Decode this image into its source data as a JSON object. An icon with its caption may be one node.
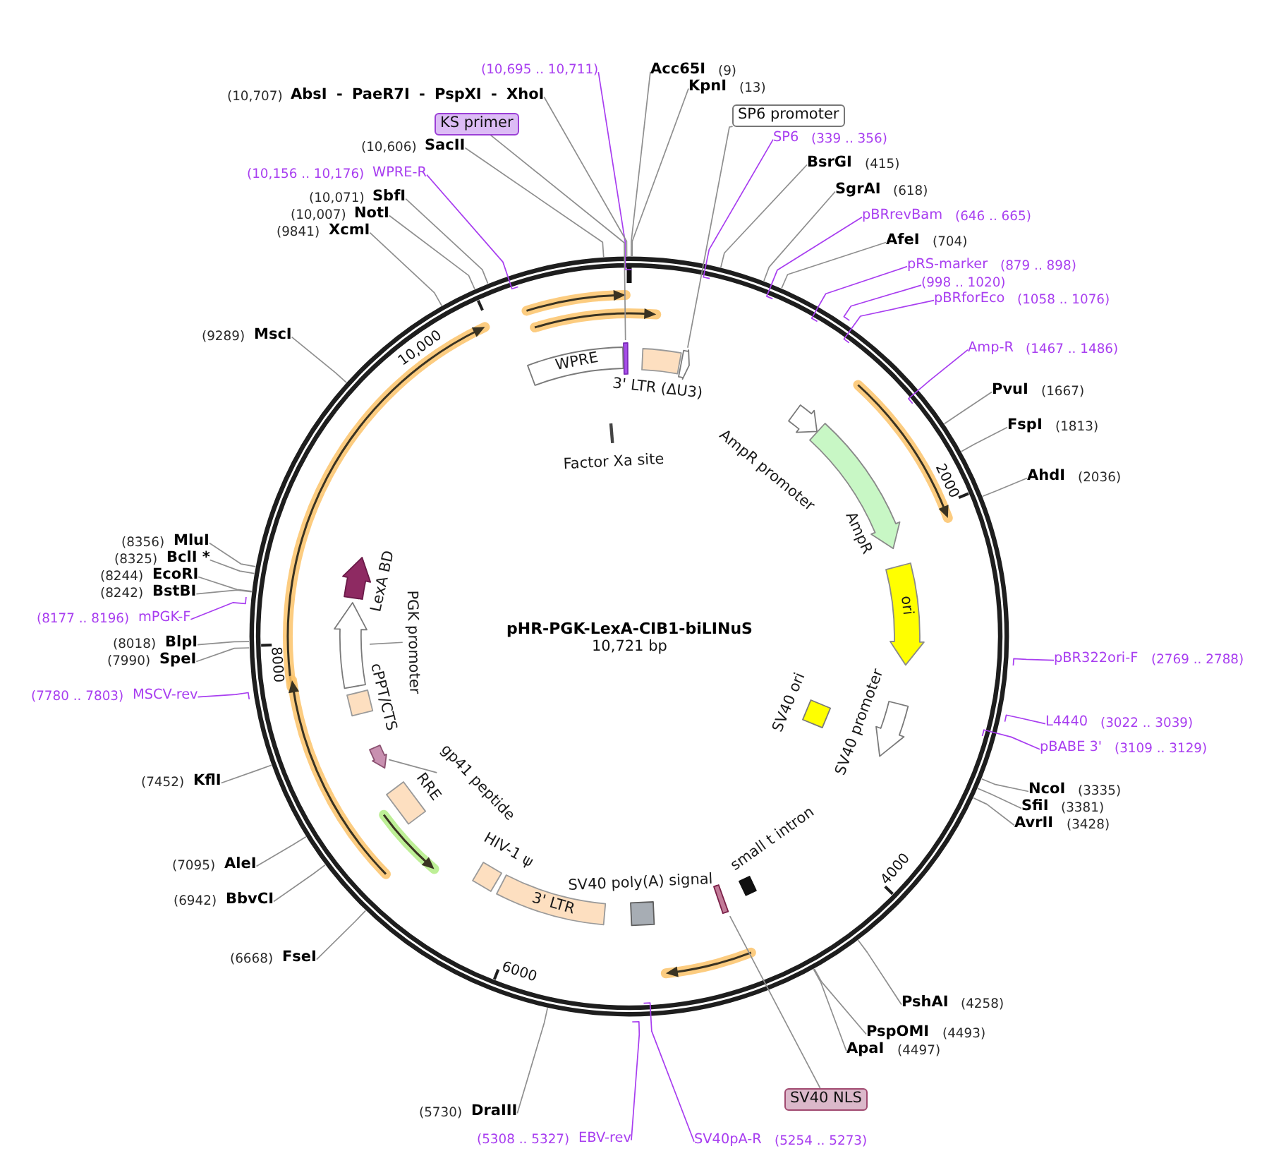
{
  "diagram": {
    "title": "pHR-PGK-LexA-CIB1-biLINuS",
    "nodes": [
      {
        "text": [
          "(10,695 .. 10,711)"
        ]
      },
      {
        "text": [
          "Acc65I"
        ],
        "beside": [
          "(9)"
        ]
      },
      {
        "text": [
          "KpnI"
        ],
        "beside": [
          "(13)"
        ]
      },
      {
        "text": [
          "AbsI - PaeR7I - PspXI - XhoI"
        ],
        "beside": [
          "(10,707)"
        ]
      },
      {
        "text": [
          "SP6 promoter"
        ]
      },
      {
        "text": [
          "KS primer"
        ]
      },
      {
        "text": [
          "SP6"
        ],
        "beside": [
          "(339 .. 356)"
        ]
      },
      {
        "text": [
          "SacII"
        ],
        "beside": [
          "(10,606)"
        ]
      },
      {
        "text": [
          "BsrGI"
        ],
        "beside": [
          "(415)"
        ]
      },
      {
        "text": [
          "WPRE-R"
        ],
        "beside": [
          "(10,156 .. 10,176)"
        ]
      },
      {
        "text": [
          "SgrAI"
        ],
        "beside": [
          "(618)"
        ]
      },
      {
        "text": [
          "SbfI"
        ],
        "beside": [
          "(10,071)"
        ]
      },
      {
        "text": [
          "NotI"
        ],
        "beside": [
          "(10,007)"
        ]
      },
      {
        "text": [
          "pBRrevBam"
        ],
        "beside": [
          "(646 .. 665)"
        ]
      },
      {
        "text": [
          "XcmI"
        ],
        "beside": [
          "(9841)"
        ]
      },
      {
        "text": [
          "AfeI"
        ],
        "beside": [
          "(704)"
        ]
      },
      {
        "text": [
          "pRS-marker"
        ],
        "beside": [
          "(879 .. 898)"
        ]
      },
      {
        "text": [
          "(998 .. 1020)"
        ]
      },
      {
        "text": [
          "pBRforEco"
        ],
        "beside": [
          "(1058 .. 1076)"
        ]
      },
      {
        "text": [
          "MscI"
        ],
        "beside": [
          "(9289)"
        ]
      },
      {
        "text": [
          "Amp-R"
        ],
        "beside": [
          "(1467 .. 1486)"
        ]
      },
      {
        "text": [
          "PvuI"
        ],
        "beside": [
          "(1667)"
        ]
      },
      {
        "text": [
          "FspI"
        ],
        "beside": [
          "(1813)"
        ]
      },
      {
        "text": [
          "AhdI"
        ],
        "beside": [
          "(2036)"
        ]
      },
      {
        "text": [
          "MluI"
        ],
        "beside": [
          "(8356)"
        ]
      },
      {
        "text": [
          "BclI *"
        ],
        "beside": [
          "(8325)"
        ]
      },
      {
        "text": [
          "EcoRI"
        ],
        "beside": [
          "(8244)"
        ]
      },
      {
        "text": [
          "BstBI"
        ],
        "beside": [
          "(8242)"
        ]
      },
      {
        "text": [
          "mPGK-F"
        ],
        "beside": [
          "(8177 .. 8196)"
        ]
      },
      {
        "text": [
          "BlpI"
        ],
        "beside": [
          "(8018)"
        ]
      },
      {
        "text": [
          "pBR322ori-F"
        ],
        "beside": [
          "(2769 .. 2788)"
        ]
      },
      {
        "text": [
          "SpeI"
        ],
        "beside": [
          "(7990)"
        ]
      },
      {
        "text": [
          "MSCV-rev"
        ],
        "beside": [
          "(7780 .. 7803)"
        ]
      },
      {
        "text": [
          "L4440"
        ],
        "beside": [
          "(3022 .. 3039)"
        ]
      },
      {
        "text": [
          "pBABE 3'"
        ],
        "beside": [
          "(3109 .. 3129)"
        ]
      },
      {
        "text": [
          "KflI"
        ],
        "beside": [
          "(7452)"
        ]
      },
      {
        "text": [
          "NcoI"
        ],
        "beside": [
          "(3335)"
        ]
      },
      {
        "text": [
          "SfiI"
        ],
        "beside": [
          "(3381)"
        ]
      },
      {
        "text": [
          "AvrII"
        ],
        "beside": [
          "(3428)"
        ]
      },
      {
        "text": [
          "AleI"
        ],
        "beside": [
          "(7095)"
        ]
      },
      {
        "text": [
          "BbvCI"
        ],
        "beside": [
          "(6942)"
        ]
      },
      {
        "text": [
          "FseI"
        ],
        "beside": [
          "(6668)"
        ]
      },
      {
        "text": [
          "PshAI"
        ],
        "beside": [
          "(4258)"
        ]
      },
      {
        "text": [
          "PspOMI"
        ],
        "beside": [
          "(4493)"
        ]
      },
      {
        "text": [
          "ApaI"
        ],
        "beside": [
          "(4497)"
        ]
      },
      {
        "text": [
          "SV40 NLS"
        ]
      },
      {
        "text": [
          "DraIII"
        ],
        "beside": [
          "(5730)"
        ]
      },
      {
        "text": [
          "EBV-rev"
        ],
        "beside": [
          "(5308 .. 5327)"
        ]
      },
      {
        "text": [
          "SV40pA-R"
        ],
        "beside": [
          "(5254 .. 5273)"
        ]
      },
      {
        "text": [],
        "shape": "bar"
      },
      {
        "text": [
          "WPRE"
        ]
      },
      {
        "text": [
          "3' LTR (ΔU3)"
        ]
      },
      {
        "text": [],
        "shape": "arrow"
      },
      {
        "text": [
          "AmpR promoter"
        ]
      },
      {
        "text": [
          "Factor Xa site"
        ]
      },
      {
        "text": [
          "AmpR"
        ]
      },
      {
        "text": [
          "LexA BD"
        ]
      },
      {
        "text": [
          "ori"
        ]
      },
      {
        "text": [
          "PGK promoter"
        ]
      },
      {
        "text": [
          "SV40 ori"
        ]
      },
      {
        "text": [
          "SV40 promoter"
        ]
      },
      {
        "text": [
          "cPPT/CTS"
        ]
      },
      {
        "text": [
          "gp41 peptide"
        ]
      },
      {
        "text": [
          "RRE"
        ]
      },
      {
        "text": [
          "small t intron"
        ]
      },
      {
        "text": [
          "HIV-1 ψ"
        ]
      },
      {
        "text": [
          "SV40 poly(A) signal"
        ]
      },
      {
        "text": [
          "3' LTR"
        ]
      },
      {
        "text": [],
        "shape": "bar"
      },
      {
        "text": [],
        "shape": "arrow"
      },
      {
        "text": [],
        "shape": "arrow"
      }
    ],
    "edges": [
      {
        "from": 0,
        "to": null,
        "arrow": "none",
        "color": "#a83ef0"
      },
      {
        "from": 1,
        "to": null,
        "arrow": "none"
      },
      {
        "from": 2,
        "to": null,
        "arrow": "none"
      },
      {
        "from": 3,
        "to": null,
        "arrow": "none"
      },
      {
        "from": 4,
        "to": 52,
        "arrow": "none"
      },
      {
        "from": 5,
        "to": 49,
        "arrow": "none"
      },
      {
        "from": 6,
        "to": null,
        "arrow": "none",
        "color": "#a83ef0"
      },
      {
        "from": 7,
        "to": null,
        "arrow": "none"
      },
      {
        "from": 8,
        "to": null,
        "arrow": "none"
      },
      {
        "from": 9,
        "to": null,
        "arrow": "none",
        "color": "#a83ef0"
      },
      {
        "from": 10,
        "to": null,
        "arrow": "none"
      },
      {
        "from": 11,
        "to": null,
        "arrow": "none"
      },
      {
        "from": 12,
        "to": null,
        "arrow": "none"
      },
      {
        "from": 13,
        "to": null,
        "arrow": "none",
        "color": "#a83ef0"
      },
      {
        "from": 14,
        "to": null,
        "arrow": "none"
      },
      {
        "from": 15,
        "to": null,
        "arrow": "none"
      },
      {
        "from": 16,
        "to": null,
        "arrow": "none",
        "color": "#a83ef0"
      },
      {
        "from": 17,
        "to": null,
        "arrow": "none",
        "color": "#a83ef0"
      },
      {
        "from": 18,
        "to": null,
        "arrow": "none",
        "color": "#a83ef0"
      },
      {
        "from": 19,
        "to": null,
        "arrow": "none"
      },
      {
        "from": 20,
        "to": null,
        "arrow": "none",
        "color": "#a83ef0"
      },
      {
        "from": 21,
        "to": null,
        "arrow": "none"
      },
      {
        "from": 22,
        "to": null,
        "arrow": "none"
      },
      {
        "from": 23,
        "to": null,
        "arrow": "none"
      },
      {
        "from": 24,
        "to": null,
        "arrow": "none"
      },
      {
        "from": 25,
        "to": null,
        "arrow": "none"
      },
      {
        "from": 26,
        "to": null,
        "arrow": "none"
      },
      {
        "from": 27,
        "to": null,
        "arrow": "none"
      },
      {
        "from": 28,
        "to": null,
        "arrow": "none",
        "color": "#a83ef0"
      },
      {
        "from": 29,
        "to": null,
        "arrow": "none"
      },
      {
        "from": 30,
        "to": null,
        "arrow": "none",
        "color": "#a83ef0"
      },
      {
        "from": 31,
        "to": null,
        "arrow": "none"
      },
      {
        "from": 32,
        "to": null,
        "arrow": "none",
        "color": "#a83ef0"
      },
      {
        "from": 33,
        "to": null,
        "arrow": "none",
        "color": "#a83ef0"
      },
      {
        "from": 34,
        "to": null,
        "arrow": "none",
        "color": "#a83ef0"
      },
      {
        "from": 35,
        "to": null,
        "arrow": "none"
      },
      {
        "from": 36,
        "to": null,
        "arrow": "none"
      },
      {
        "from": 37,
        "to": null,
        "arrow": "none"
      },
      {
        "from": 38,
        "to": null,
        "arrow": "none"
      },
      {
        "from": 39,
        "to": null,
        "arrow": "none"
      },
      {
        "from": 40,
        "to": null,
        "arrow": "none"
      },
      {
        "from": 41,
        "to": null,
        "arrow": "none"
      },
      {
        "from": 42,
        "to": null,
        "arrow": "none"
      },
      {
        "from": 43,
        "to": null,
        "arrow": "none"
      },
      {
        "from": 44,
        "to": null,
        "arrow": "none"
      },
      {
        "from": 45,
        "to": 68,
        "arrow": "none"
      },
      {
        "from": 46,
        "to": null,
        "arrow": "none"
      },
      {
        "from": 47,
        "to": null,
        "arrow": "none",
        "color": "#a83ef0"
      },
      {
        "from": 48,
        "to": null,
        "arrow": "none",
        "color": "#a83ef0"
      },
      {
        "from": 58,
        "to": 69,
        "arrow": "none"
      },
      {
        "from": 62,
        "to": 70,
        "arrow": "none"
      }
    ],
    "labels": [
      "10,721 bp",
      "10,000",
      "2000",
      "8000",
      "4000",
      "6000"
    ]
  }
}
